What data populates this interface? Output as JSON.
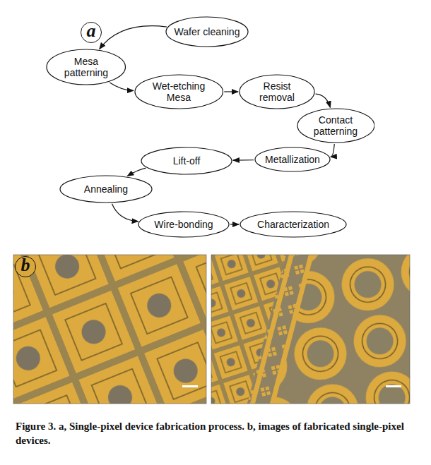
{
  "diagram": {
    "caption": "Figure 3. a, Single-pixel device fabrication process. b, images of fabricated single-pixel devices.",
    "nodes": [
      {
        "text": [
          "Wafer cleaning"
        ]
      },
      {
        "text": [
          "Mesa patterning"
        ]
      },
      {
        "text": [
          "Wet-etching Mesa"
        ]
      },
      {
        "text": [
          "Resist removal"
        ]
      },
      {
        "text": [
          "Contact patterning"
        ]
      },
      {
        "text": [
          "Metallization"
        ]
      },
      {
        "text": [
          "Lift-off"
        ]
      },
      {
        "text": [
          "Annealing"
        ]
      },
      {
        "text": [
          "Wire-bonding"
        ]
      },
      {
        "text": [
          "Characterization"
        ]
      }
    ],
    "edges": [
      {
        "from": 0,
        "to": 1,
        "arrow": "to"
      },
      {
        "from": 1,
        "to": 2,
        "arrow": "to"
      },
      {
        "from": 2,
        "to": 3,
        "arrow": "to"
      },
      {
        "from": 3,
        "to": 4,
        "arrow": "to"
      },
      {
        "from": 4,
        "to": 5,
        "arrow": "to"
      },
      {
        "from": 5,
        "to": 6,
        "arrow": "to"
      },
      {
        "from": 6,
        "to": 7,
        "arrow": "to"
      },
      {
        "from": 7,
        "to": 8,
        "arrow": "to"
      },
      {
        "from": 8,
        "to": 9,
        "arrow": "to"
      }
    ],
    "labels": [
      "a",
      "b"
    ]
  }
}
